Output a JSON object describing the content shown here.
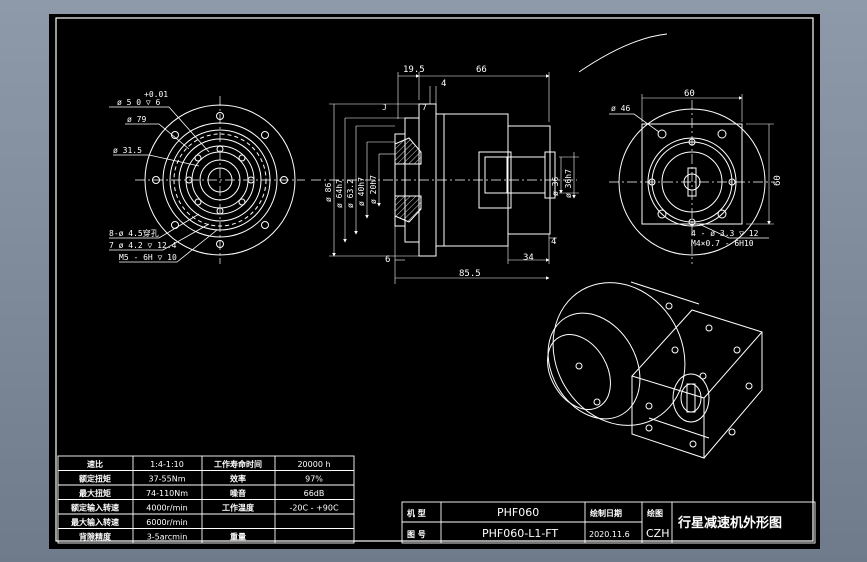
{
  "front_view": {
    "dims": [
      "+0.01",
      "ø 5  0  ▽ 6",
      "ø 79",
      "ø 31.5",
      "8-ø 4.5穿孔",
      "7 ø 4.2 ▽ 12.4",
      "M5 - 6H ▽ 10"
    ]
  },
  "side_view": {
    "dims": [
      "19.5",
      "66",
      "4",
      "J",
      "7",
      "ø 86",
      "ø 64h7",
      "ø 63.2",
      "ø 40h7",
      "ø 20h7",
      "ø 36",
      "ø 36h7",
      "4",
      "6",
      "34",
      "85.5"
    ]
  },
  "flange_view": {
    "dims": [
      "60",
      "ø 46",
      "60",
      "4 - ø 3.3 ▽ 12",
      "M4×0.7 - 6H10"
    ]
  },
  "spec_table": {
    "rows": [
      [
        "速比",
        "1:4-1:10",
        "工作寿命时间",
        "20000 h"
      ],
      [
        "额定扭矩",
        "37-55Nm",
        "效率",
        "97%"
      ],
      [
        "最大扭矩",
        "74-110Nm",
        "噪音",
        "66dB"
      ],
      [
        "额定输入转速",
        "4000r/min",
        "工作温度",
        "-20C - +90C"
      ],
      [
        "最大输入转速",
        "6000r/min",
        "",
        ""
      ],
      [
        "背隙精度",
        "3-5arcmin",
        "重量",
        ""
      ]
    ]
  },
  "title_block": {
    "name_label": "机 型",
    "name_value": "PHF060",
    "date_label": "绘制日期",
    "drawer_label": "绘图",
    "title": "行星减速机外形图",
    "drawing_label": "图 号",
    "drawing_value": "PHF060-L1-FT",
    "date_value": "2020.11.6",
    "drawer_value": "CZH"
  }
}
